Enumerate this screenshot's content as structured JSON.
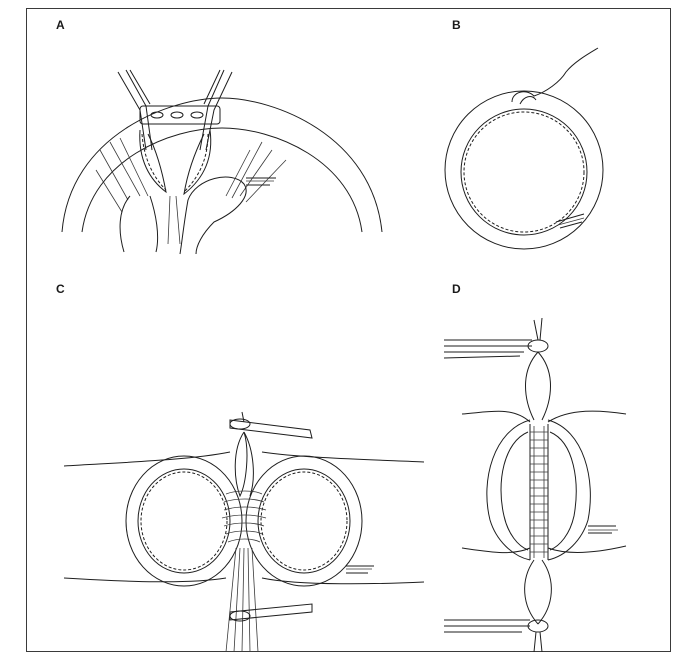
{
  "panels": {
    "a": {
      "letter": "A"
    },
    "b": {
      "letter": "B"
    },
    "c": {
      "letter": "C"
    },
    "d": {
      "letter": "D"
    }
  },
  "colors": {
    "line": "#1e1e1e",
    "frame": "#3a3a3a",
    "background": "#ffffff"
  }
}
